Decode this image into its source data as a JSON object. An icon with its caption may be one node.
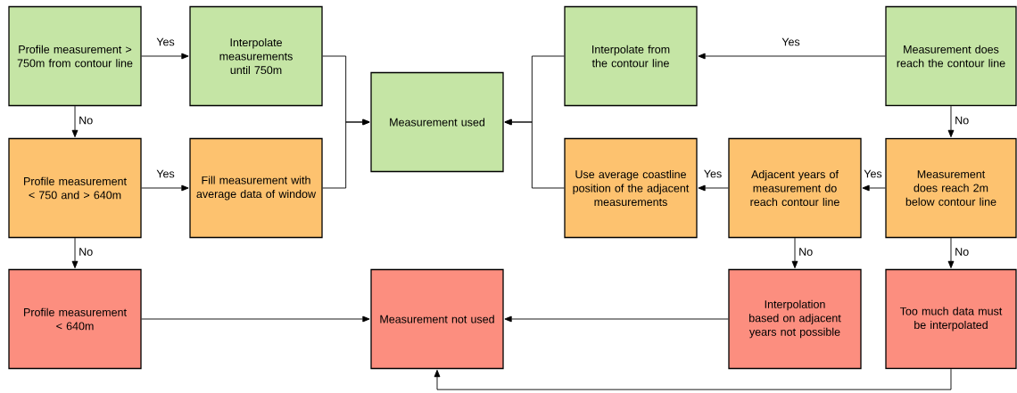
{
  "diagram": {
    "nodes": [
      {
        "text": [
          "Profile measurement > 750m from contour line"
        ]
      },
      {
        "text": [
          "Interpolate measurements until 750m"
        ]
      },
      {
        "text": [
          "Measurement used"
        ]
      },
      {
        "text": [
          "Interpolate from the contour line"
        ]
      },
      {
        "text": [
          "Measurement does reach the contour line"
        ]
      },
      {
        "text": [
          "Profile measurement < 750 and > 640m"
        ]
      },
      {
        "text": [
          "Fill measurement with average data of window"
        ]
      },
      {
        "text": [
          "Use average coastline position of the adjacent measurements"
        ]
      },
      {
        "text": [
          "Adjacent years of measurement do reach contour line"
        ]
      },
      {
        "text": [
          "Measurement does reach 2m below contour line"
        ]
      },
      {
        "text": [
          "Profile measurement < 640m"
        ]
      },
      {
        "text": [
          "Measurement not used"
        ]
      },
      {
        "text": [
          "Interpolation based on adjacent years not possible"
        ]
      },
      {
        "text": [
          "Too much data must be interpolated"
        ]
      }
    ],
    "edges": [
      {
        "from": 0,
        "to": 1,
        "arrow": "to",
        "label": "Yes"
      },
      {
        "from": 0,
        "to": 5,
        "arrow": "to",
        "label": "No"
      },
      {
        "from": 1,
        "to": 2,
        "arrow": "to"
      },
      {
        "from": 6,
        "to": 2,
        "arrow": "to"
      },
      {
        "from": 5,
        "to": 6,
        "arrow": "to",
        "label": "Yes"
      },
      {
        "from": 5,
        "to": 10,
        "arrow": "to",
        "label": "No"
      },
      {
        "from": 10,
        "to": 11,
        "arrow": "to"
      },
      {
        "from": 4,
        "to": 3,
        "arrow": "to",
        "label": "Yes"
      },
      {
        "from": 3,
        "to": 2,
        "arrow": "to"
      },
      {
        "from": 7,
        "to": 2,
        "arrow": "to"
      },
      {
        "from": 4,
        "to": 9,
        "arrow": "to",
        "label": "No"
      },
      {
        "from": 9,
        "to": 8,
        "arrow": "to",
        "label": "Yes"
      },
      {
        "from": 8,
        "to": 7,
        "arrow": "to",
        "label": "Yes"
      },
      {
        "from": 8,
        "to": 12,
        "arrow": "to",
        "label": "No"
      },
      {
        "from": 9,
        "to": 13,
        "arrow": "to",
        "label": "No"
      },
      {
        "from": 12,
        "to": 11,
        "arrow": "to"
      },
      {
        "from": 13,
        "to": 11,
        "arrow": "to"
      }
    ]
  }
}
